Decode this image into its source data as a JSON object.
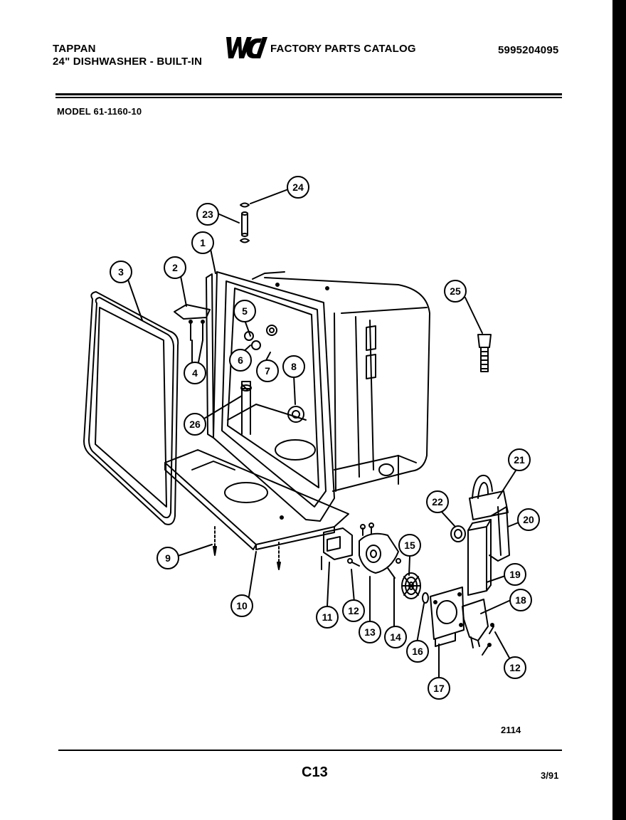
{
  "header": {
    "brand": "TAPPAN",
    "product": "24\" DISHWASHER - BUILT-IN",
    "logo_text": "WCI",
    "catalog_title": "FACTORY PARTS CATALOG",
    "catalog_number": "5995204095"
  },
  "model_line": "MODEL 61-1160-10",
  "figure_number": "2114",
  "footer": {
    "page_code": "C13",
    "date": "3/91"
  },
  "callouts": [
    "1",
    "2",
    "3",
    "4",
    "5",
    "6",
    "7",
    "8",
    "9",
    "10",
    "11",
    "12",
    "13",
    "14",
    "15",
    "16",
    "17",
    "18",
    "19",
    "20",
    "21",
    "22",
    "23",
    "24",
    "25",
    "26",
    "12"
  ]
}
